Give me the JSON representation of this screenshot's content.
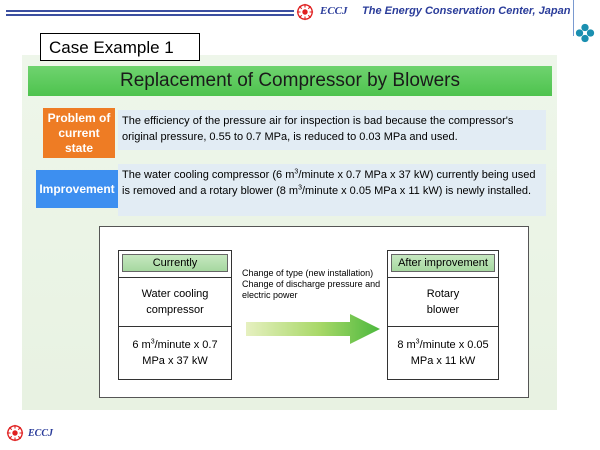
{
  "header": {
    "brand": "ECCJ",
    "organization": "The Energy Conservation Center, Japan",
    "accent_color": "#2a3c9a"
  },
  "slide": {
    "case_title": "Case Example 1",
    "heading": "Replacement of Compressor by Blowers",
    "problem": {
      "tag": "Problem of current state",
      "text": "The efficiency of the pressure air for inspection is bad because the compressor's original pressure, 0.55 to 0.7 MPa, is reduced to 0.03 MPa and used."
    },
    "improvement": {
      "tag": "Improvement",
      "text_part1": "The water cooling compressor (6 m",
      "sup": "3",
      "text_part2": "/minute x 0.7 MPa x 37 kW) currently being used is removed and a rotary blower (8 m",
      "text_part3": "/minute x 0.05 MPa x 11 kW) is newly installed."
    },
    "diagram": {
      "current": {
        "label": "Currently",
        "equipment": "Water cooling compressor",
        "spec_part1": "6 m",
        "sup": "3",
        "spec_part2": "/minute x 0.7 MPa x 37 kW"
      },
      "change": {
        "line1": "Change of type (new installation)",
        "line2": "Change of discharge pressure and electric power"
      },
      "after": {
        "label": "After improvement",
        "equipment": "Rotary blower",
        "spec_part1": "8 m",
        "sup": "3",
        "spec_part2": "/minute x 0.05 MPa x 11 kW"
      }
    }
  },
  "footer": {
    "brand": "ECCJ"
  },
  "colors": {
    "problem_tag": "#ee7c24",
    "improvement_tag": "#3d8ff0",
    "heading_bar": "#4ec34e",
    "arrow": "#5cc24a"
  }
}
